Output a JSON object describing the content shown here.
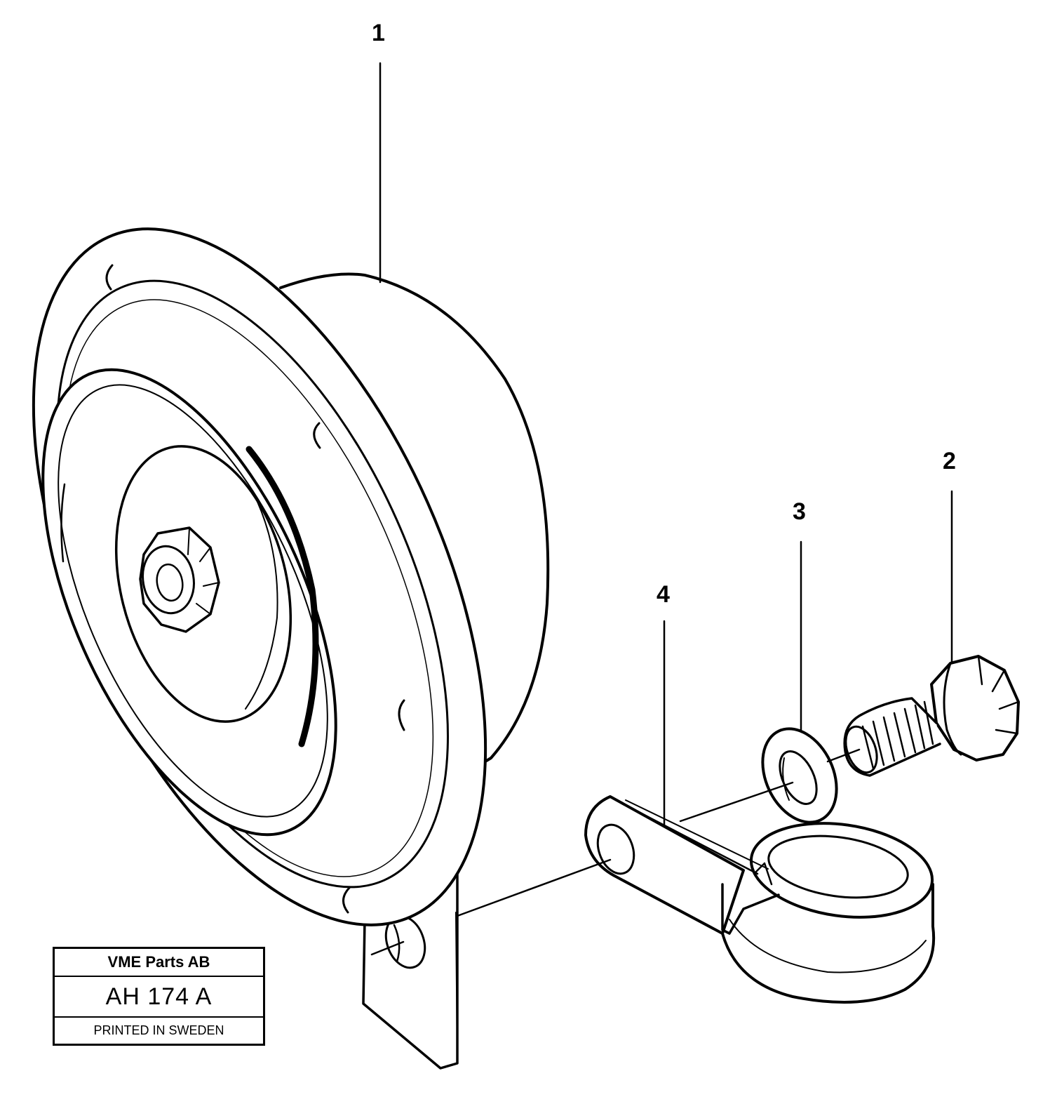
{
  "callouts": {
    "c1": "1",
    "c2": "2",
    "c3": "3",
    "c4": "4"
  },
  "title_block": {
    "company": "VME Parts AB",
    "drawing_code": "AH 174 A",
    "printed": "PRINTED IN SWEDEN"
  },
  "parts": [
    "horn",
    "bolt",
    "washer",
    "clamp",
    "mounting-bracket"
  ],
  "colors": {
    "ink": "#000000",
    "paper": "#ffffff"
  }
}
